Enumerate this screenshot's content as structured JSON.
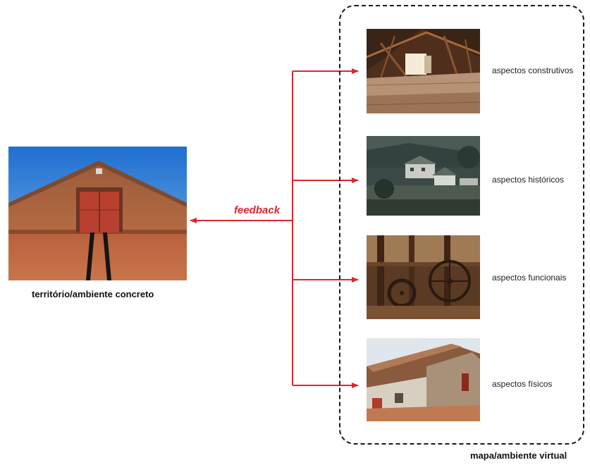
{
  "concrete": {
    "caption": "território/ambiente concreto"
  },
  "feedback_label": "feedback",
  "virtual": {
    "caption": "mapa/ambiente virtual",
    "aspects": [
      {
        "label": "aspectos construtivos"
      },
      {
        "label": "aspectos históricos"
      },
      {
        "label": "aspectos funcionais"
      },
      {
        "label": "aspectos físicos"
      }
    ]
  },
  "colors": {
    "arrow": "#d9282f",
    "frame": "#1a1a1a"
  }
}
